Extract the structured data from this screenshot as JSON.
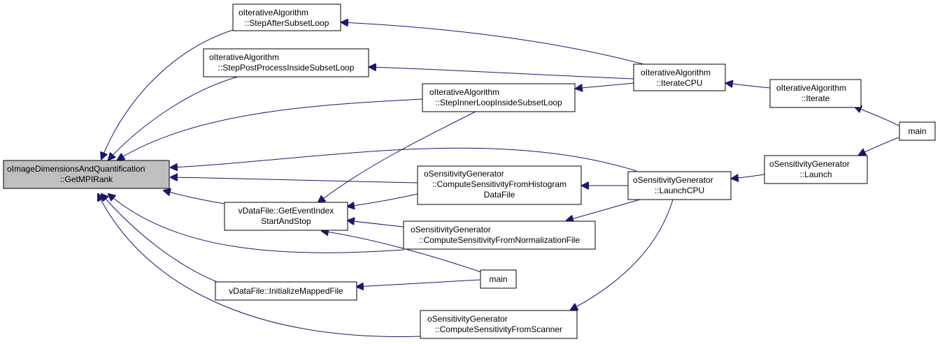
{
  "colors": {
    "edge": "#191970",
    "root_fill": "#bfbfbf",
    "node_fill": "#ffffff",
    "node_stroke": "#000000"
  },
  "nodes": {
    "getmpirank": {
      "lines": [
        "oImageDimensionsAndQuantification",
        "::GetMPIRank"
      ],
      "root": true
    },
    "stepaftersubsetloop": {
      "lines": [
        "oIterativeAlgorithm",
        "::StepAfterSubsetLoop"
      ]
    },
    "steppostprocess": {
      "lines": [
        "oIterativeAlgorithm",
        "::StepPostProcessInsideSubsetLoop"
      ]
    },
    "stepinnerloop": {
      "lines": [
        "oIterativeAlgorithm",
        "::StepInnerLoopInsideSubsetLoop"
      ]
    },
    "iteratecpu": {
      "lines": [
        "oIterativeAlgorithm",
        "::IterateCPU"
      ]
    },
    "iterate": {
      "lines": [
        "oIterativeAlgorithm",
        "::Iterate"
      ]
    },
    "main_right": {
      "lines": [
        "main"
      ]
    },
    "launch": {
      "lines": [
        "oSensitivityGenerator",
        "::Launch"
      ]
    },
    "launchcpu": {
      "lines": [
        "oSensitivityGenerator",
        "::LaunchCPU"
      ]
    },
    "computehistogram": {
      "lines": [
        "oSensitivityGenerator",
        "::ComputeSensitivityFromHistogram",
        "DataFile"
      ]
    },
    "computenormalization": {
      "lines": [
        "oSensitivityGenerator",
        "::ComputeSensitivityFromNormalizationFile"
      ]
    },
    "geteventindex": {
      "lines": [
        "vDataFile::GetEventIndex",
        "StartAndStop"
      ]
    },
    "main_center": {
      "lines": [
        "main"
      ]
    },
    "initializemapped": {
      "lines": [
        "vDataFile::InitializeMappedFile"
      ]
    },
    "computescanner": {
      "lines": [
        "oSensitivityGenerator",
        "::ComputeSensitivityFromScanner"
      ]
    }
  }
}
